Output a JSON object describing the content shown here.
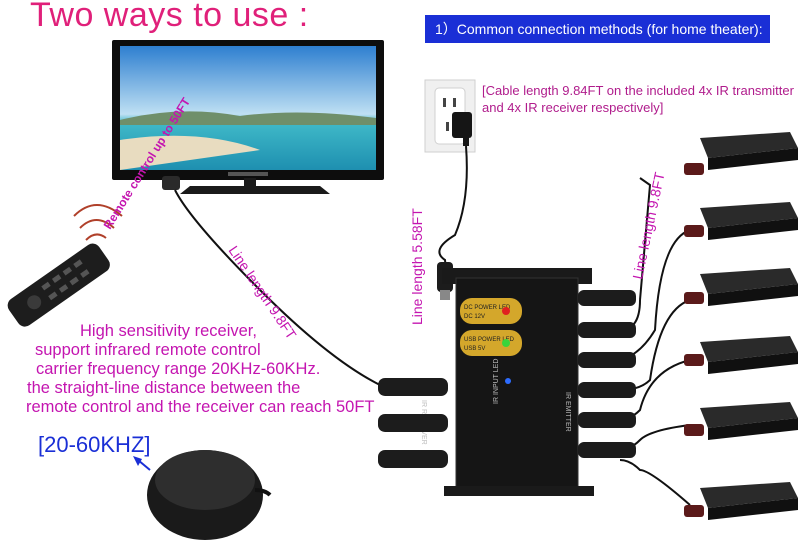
{
  "title": "Two ways to use :",
  "banner": "1）Common connection methods (for home theater):",
  "cable_note": "[Cable length 9.84FT on the included 4x IR transmitter and 4x IR receiver respectively]",
  "labels": {
    "remote_range": "Remote control up to 50FT",
    "line_left": "Line length 9.8FT",
    "line_mid": "Line length 5.58FT",
    "line_right": "Line length 9.8FT"
  },
  "description": [
    "High sensitivity  receiver,",
    "support infrared remote control",
    "carrier frequency range 20KHz-60KHz.",
    "the straight-line distance between the",
    "remote control and the receiver can reach 50FT"
  ],
  "freq_label": "[20-60KHZ]",
  "device_labels": {
    "dc_led": "DC POWER LED",
    "dc_sub": "DC 12V",
    "usb_led": "USB POWER LED",
    "usb_sub": "USB 5V",
    "ir_emitter": "IR EMITTER",
    "ir_receiver": "IR RECEIVER",
    "ir_led": "IR INPUT LED"
  },
  "colors": {
    "title": "#e0207a",
    "banner_bg": "#1a2fd6",
    "text_magenta": "#c415b0",
    "note_magenta": "#b01c8c",
    "freq_blue": "#1a2fd6"
  }
}
